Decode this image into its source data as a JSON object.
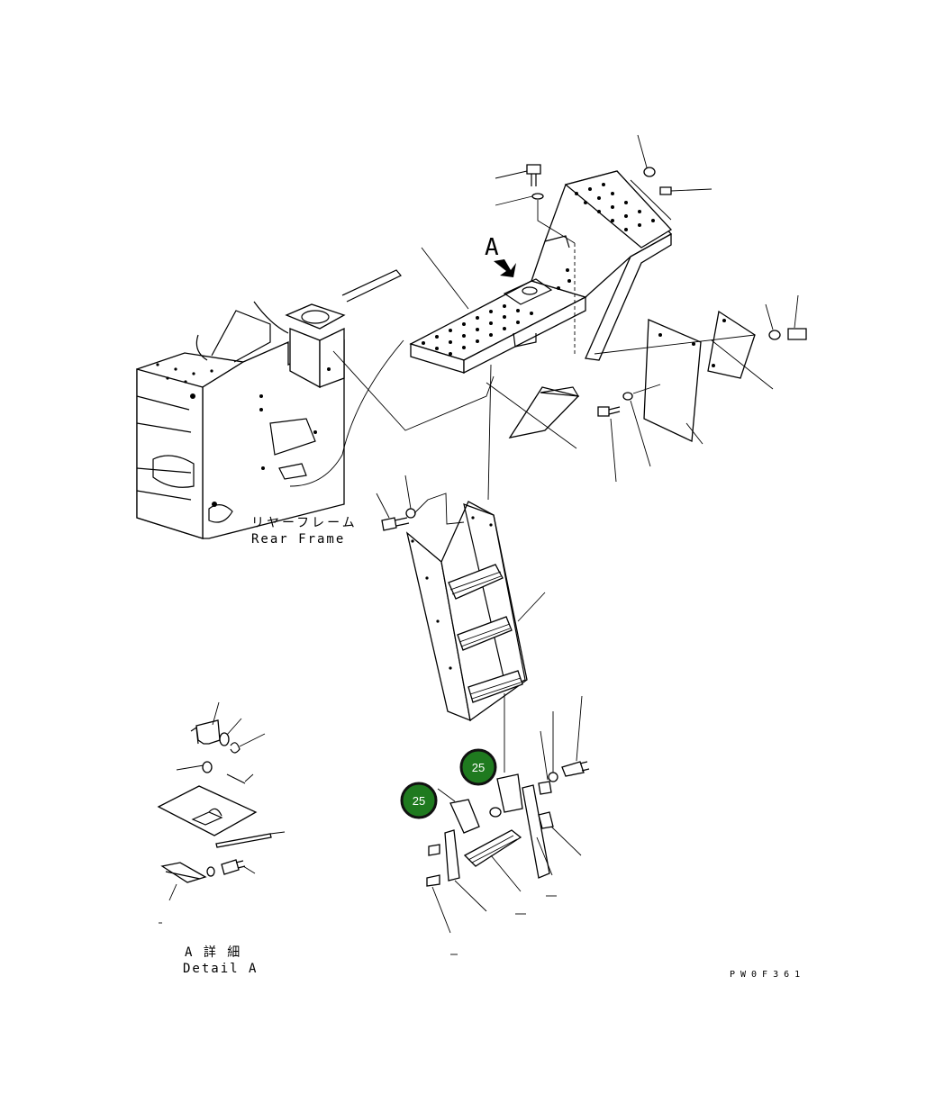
{
  "labels": {
    "view_arrow_letter": "A",
    "rear_frame_jp": "リヤーフレーム",
    "rear_frame_en": "Rear Frame",
    "detail_jp": "A 詳 細",
    "detail_en": "Detail A",
    "drawing_code": "PW0F361"
  },
  "callouts": [
    {
      "number": "25"
    },
    {
      "number": "25"
    }
  ],
  "colors": {
    "callout_fill": "#1f7a1f",
    "callout_ring": "#111111",
    "line": "#000000"
  }
}
